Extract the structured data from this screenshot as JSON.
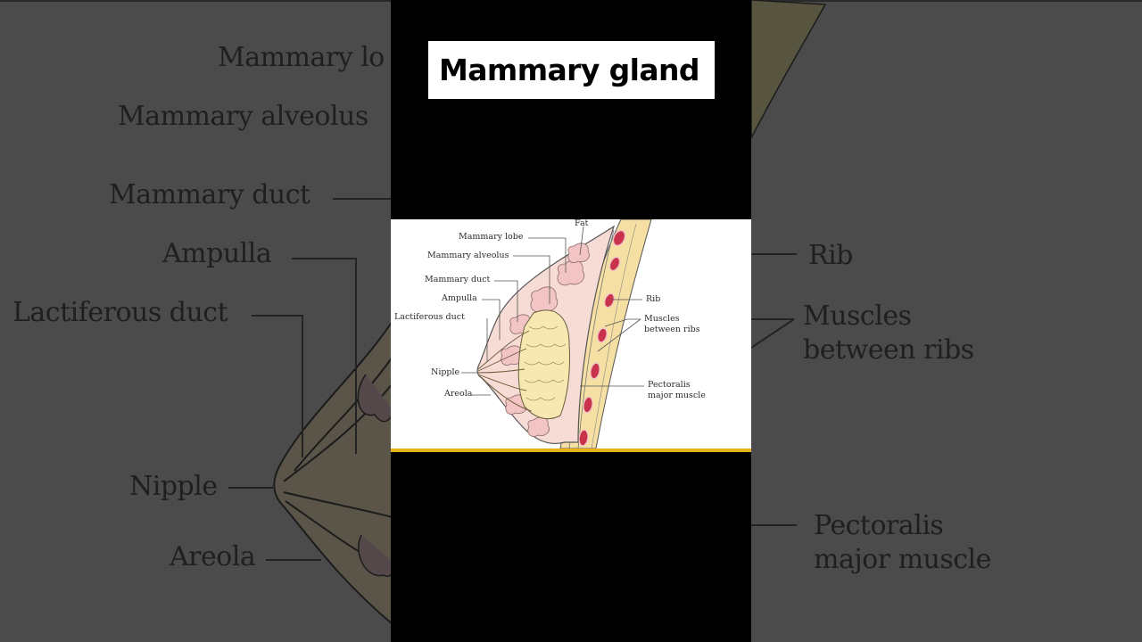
{
  "title": "Mammary gland",
  "colors": {
    "frame_background": "#000000",
    "blurred_background": "#4b4b4b",
    "title_box": "#ffffff",
    "accent_border": "#e8b21c",
    "glandular_tissue": "#f5e6b0",
    "fat_tissue": "#f3cfcf",
    "rib": "#c8324a",
    "muscle": "#f4dc9a"
  },
  "diagram": {
    "labels_left": [
      "Mammary lobe",
      "Mammary alveolus",
      "Mammary duct",
      "Ampulla",
      "Lactiferous duct",
      "Nipple",
      "Areola"
    ],
    "labels_top": [
      "Fat"
    ],
    "labels_right": [
      "Rib",
      "Muscles between ribs",
      "Pectoralis major muscle"
    ],
    "labels_right_lines": {
      "muscles_line1": "Muscles",
      "muscles_line2": "between ribs",
      "pectoralis_line1": "Pectoralis",
      "pectoralis_line2": "major muscle"
    }
  },
  "background_labels": {
    "mammary_lobe_partial": "Mammary lo",
    "mammary_alveolus_partial": "Mammary alveolus",
    "mammary_duct": "Mammary duct",
    "ampulla": "Ampulla",
    "lactiferous_duct": "Lactiferous duct",
    "nipple": "Nipple",
    "areola": "Areola",
    "rib": "Rib",
    "muscles_line1": "Muscles",
    "muscles_line2": "between ribs",
    "pectoralis_line1": "Pectoralis",
    "pectoralis_line2": "major muscle"
  }
}
